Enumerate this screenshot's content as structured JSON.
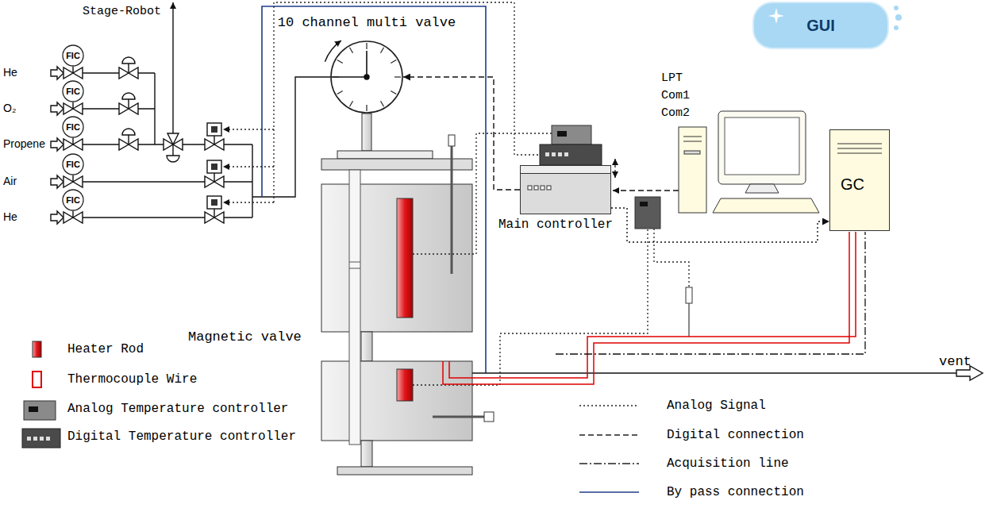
{
  "diagram": {
    "nodes": [
      {
        "text": [
          "FIC"
        ]
      },
      {
        "text": [
          "FIC"
        ]
      },
      {
        "text": [
          "FIC"
        ]
      },
      {
        "text": [
          "FIC"
        ]
      },
      {
        "text": [
          "FIC"
        ]
      },
      {
        "text": [
          "10 channel multi valve"
        ]
      },
      {
        "text": [
          "Main controller"
        ]
      },
      {
        "text": [
          "GUI"
        ]
      },
      {
        "text": [
          "GC"
        ]
      }
    ],
    "edges": [
      {
        "from": 6,
        "to": 5,
        "arrow": "to"
      },
      {
        "from": 6,
        "to": 8,
        "arrow": "to"
      }
    ],
    "labels": [
      "Stage-Robot",
      "He",
      "O₂",
      "Propene",
      "Air",
      "He",
      "LPT",
      "Com1",
      "Com2",
      "Magnetic valve",
      "vent"
    ],
    "legend": [
      {
        "text": "Heater Rod"
      },
      {
        "text": "Thermocouple Wire"
      },
      {
        "text": "Analog Temperature controller"
      },
      {
        "text": "Digital Temperature controller"
      },
      {
        "text": "Analog Signal"
      },
      {
        "text": "Digital connection"
      },
      {
        "text": "Acquisition line"
      },
      {
        "text": "By pass connection"
      }
    ]
  }
}
